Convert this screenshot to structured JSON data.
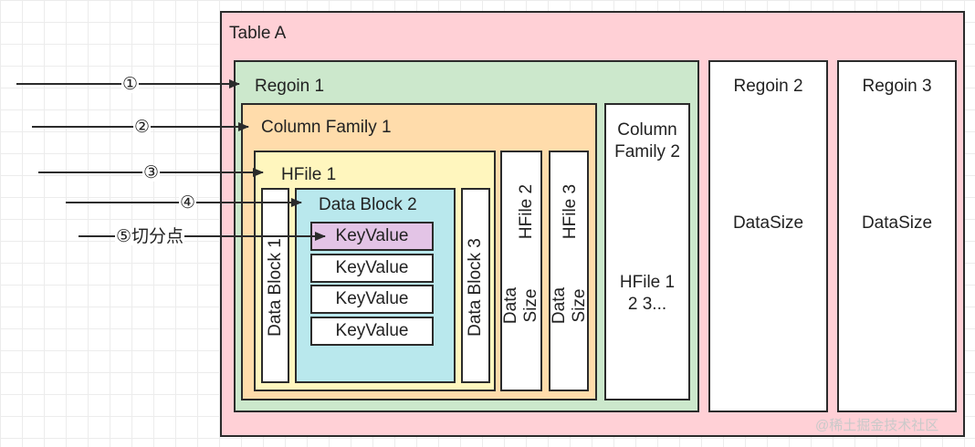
{
  "table": {
    "label": "Table A"
  },
  "regions": [
    {
      "label": "Regoin 1"
    },
    {
      "label": "Regoin 2",
      "content": "DataSize"
    },
    {
      "label": "Regoin 3",
      "content": "DataSize"
    }
  ],
  "column_families": [
    {
      "label": "Column Family 1"
    },
    {
      "label": "Column Family 2",
      "content": "HFile 1 2 3..."
    }
  ],
  "hfiles": [
    {
      "label": "HFile 1"
    },
    {
      "label": "HFile 2",
      "content": "Data Size"
    },
    {
      "label": "HFile 3",
      "content": "Data Size"
    }
  ],
  "data_blocks": [
    {
      "label": "Data Block 1"
    },
    {
      "label": "Data Block 2"
    },
    {
      "label": "Data Block 3"
    }
  ],
  "key_values": [
    "KeyValue",
    "KeyValue",
    "KeyValue",
    "KeyValue"
  ],
  "arrows": [
    {
      "label": "①"
    },
    {
      "label": "②"
    },
    {
      "label": "③"
    },
    {
      "label": "④"
    },
    {
      "label": "⑤切分点"
    }
  ],
  "colors": {
    "table": "#ffd0d6",
    "region": "#cce8cc",
    "column_family": "#ffdcab",
    "hfile": "#fff6be",
    "data_block": "#b9e8ed",
    "key_value_highlight": "#e3c4e6",
    "white_box": "#ffffff"
  },
  "watermark": "@稀土掘金技术社区"
}
